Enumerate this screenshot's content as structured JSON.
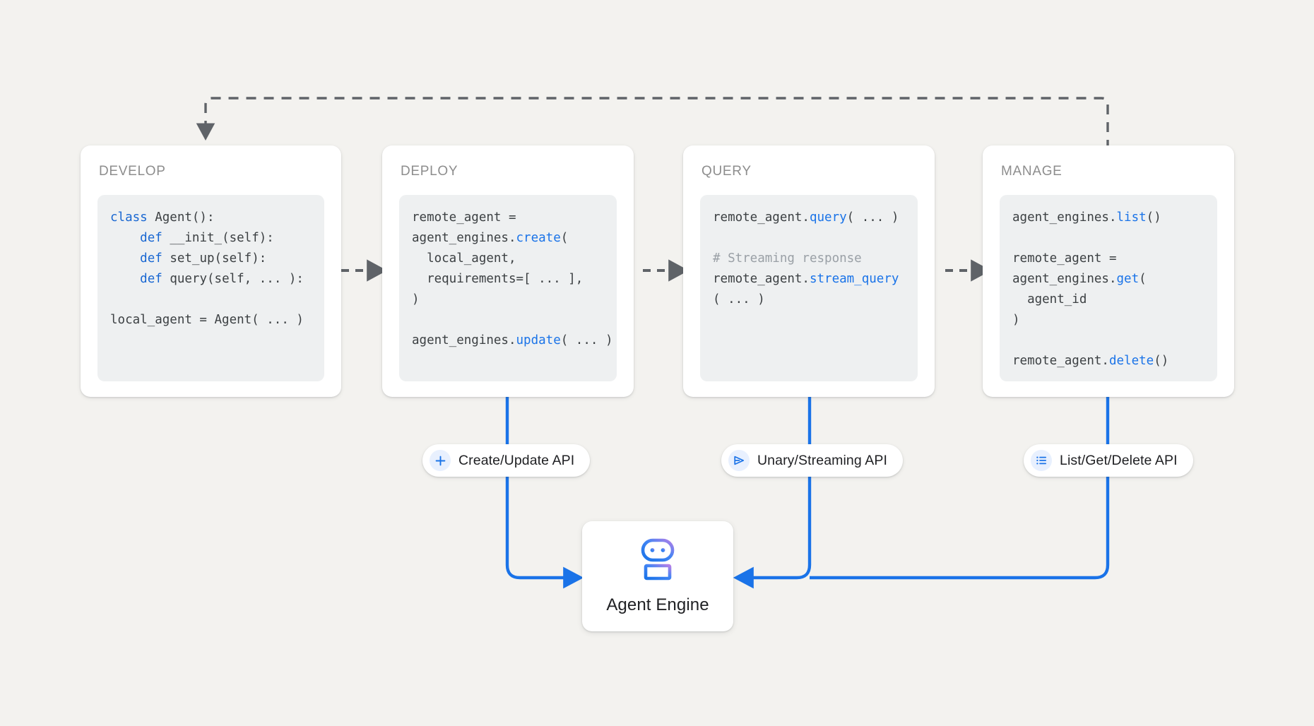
{
  "canvas": {
    "background_color": "#f3f2ef",
    "accent_color": "#1a73e8",
    "arrow_gray": "#5f6368"
  },
  "stages": [
    {
      "title": "DEVELOP",
      "code_lines": [
        {
          "segments": [
            {
              "t": "class ",
              "c": "kw"
            },
            {
              "t": "Agent():",
              "c": "plain"
            }
          ]
        },
        {
          "segments": [
            {
              "t": "    ",
              "c": "plain"
            },
            {
              "t": "def ",
              "c": "kw"
            },
            {
              "t": "__init_(self):",
              "c": "plain"
            }
          ]
        },
        {
          "segments": [
            {
              "t": "    ",
              "c": "plain"
            },
            {
              "t": "def ",
              "c": "kw"
            },
            {
              "t": "set_up(self):",
              "c": "plain"
            }
          ]
        },
        {
          "segments": [
            {
              "t": "    ",
              "c": "plain"
            },
            {
              "t": "def ",
              "c": "kw"
            },
            {
              "t": "query(self, ... ):",
              "c": "plain"
            }
          ]
        },
        {
          "segments": [
            {
              "t": "",
              "c": "plain"
            }
          ]
        },
        {
          "segments": [
            {
              "t": "local_agent = Agent( ... )",
              "c": "plain"
            }
          ]
        }
      ]
    },
    {
      "title": "DEPLOY",
      "code_lines": [
        {
          "segments": [
            {
              "t": "remote_agent =",
              "c": "plain"
            }
          ]
        },
        {
          "segments": [
            {
              "t": "agent_engines.",
              "c": "plain"
            },
            {
              "t": "create",
              "c": "fn"
            },
            {
              "t": "(",
              "c": "plain"
            }
          ]
        },
        {
          "segments": [
            {
              "t": "  local_agent,",
              "c": "plain"
            }
          ]
        },
        {
          "segments": [
            {
              "t": "  requirements=[ ... ],",
              "c": "plain"
            }
          ]
        },
        {
          "segments": [
            {
              "t": ")",
              "c": "plain"
            }
          ]
        },
        {
          "segments": [
            {
              "t": "",
              "c": "plain"
            }
          ]
        },
        {
          "segments": [
            {
              "t": "agent_engines.",
              "c": "plain"
            },
            {
              "t": "update",
              "c": "fn"
            },
            {
              "t": "( ... )",
              "c": "plain"
            }
          ]
        }
      ]
    },
    {
      "title": "QUERY",
      "code_lines": [
        {
          "segments": [
            {
              "t": "remote_agent.",
              "c": "plain"
            },
            {
              "t": "query",
              "c": "fn"
            },
            {
              "t": "( ... )",
              "c": "plain"
            }
          ]
        },
        {
          "segments": [
            {
              "t": "",
              "c": "plain"
            }
          ]
        },
        {
          "segments": [
            {
              "t": "# Streaming response",
              "c": "cm"
            }
          ]
        },
        {
          "segments": [
            {
              "t": "remote_agent.",
              "c": "plain"
            },
            {
              "t": "stream_query",
              "c": "fn"
            }
          ]
        },
        {
          "segments": [
            {
              "t": "( ... )",
              "c": "plain"
            }
          ]
        }
      ]
    },
    {
      "title": "MANAGE",
      "code_lines": [
        {
          "segments": [
            {
              "t": "agent_engines.",
              "c": "plain"
            },
            {
              "t": "list",
              "c": "fn"
            },
            {
              "t": "()",
              "c": "plain"
            }
          ]
        },
        {
          "segments": [
            {
              "t": "",
              "c": "plain"
            }
          ]
        },
        {
          "segments": [
            {
              "t": "remote_agent =",
              "c": "plain"
            }
          ]
        },
        {
          "segments": [
            {
              "t": "agent_engines.",
              "c": "plain"
            },
            {
              "t": "get",
              "c": "fn"
            },
            {
              "t": "(",
              "c": "plain"
            }
          ]
        },
        {
          "segments": [
            {
              "t": "  agent_id",
              "c": "plain"
            }
          ]
        },
        {
          "segments": [
            {
              "t": ")",
              "c": "plain"
            }
          ]
        },
        {
          "segments": [
            {
              "t": "",
              "c": "plain"
            }
          ]
        },
        {
          "segments": [
            {
              "t": "remote_agent.",
              "c": "plain"
            },
            {
              "t": "delete",
              "c": "fn"
            },
            {
              "t": "()",
              "c": "plain"
            }
          ]
        }
      ]
    }
  ],
  "api_pills": [
    {
      "label": "Create/Update API",
      "icon": "plus-icon"
    },
    {
      "label": "Unary/Streaming API",
      "icon": "send-triangle-icon"
    },
    {
      "label": "List/Get/Delete API",
      "icon": "list-icon"
    }
  ],
  "agent_engine": {
    "label": "Agent Engine",
    "icon": "robot-icon"
  }
}
